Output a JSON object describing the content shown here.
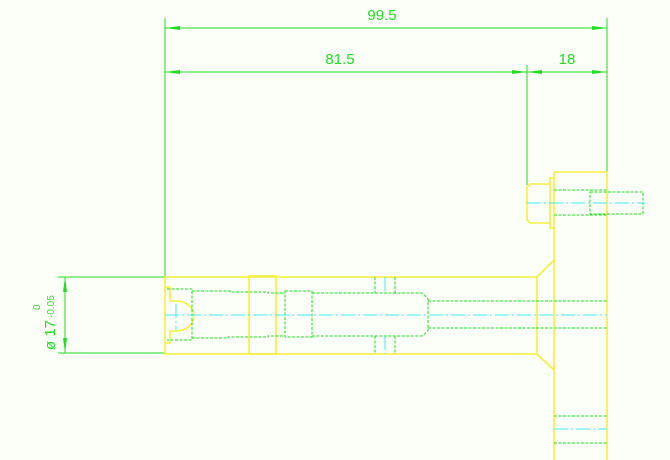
{
  "drawing": {
    "dimensions": {
      "overall_length": "99.5",
      "shaft_length": "81.5",
      "flange_thickness": "18",
      "diameter_label": "ø 17",
      "tolerance_upper": "0",
      "tolerance_lower": "-0.05"
    },
    "colors": {
      "part_outline": "#f4f040",
      "dimension": "#22dd22",
      "centerline": "#44e8f0",
      "background": "#fbfff8"
    }
  }
}
